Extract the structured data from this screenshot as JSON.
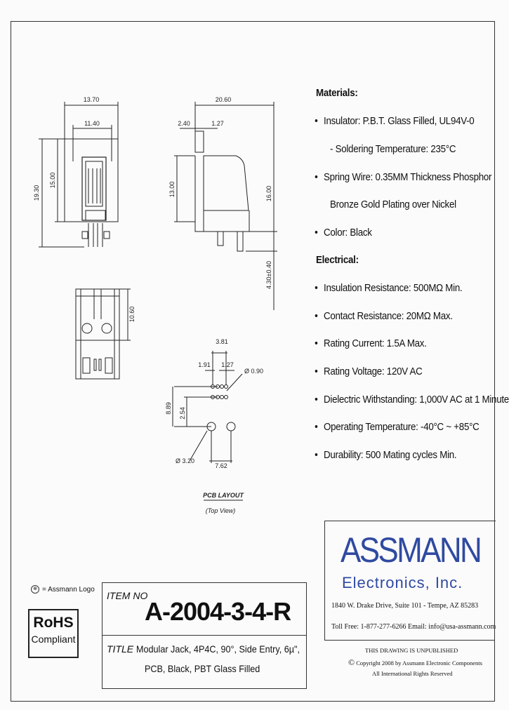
{
  "drawing": {
    "dims": {
      "d1370": "13.70",
      "d1140": "11.40",
      "d1930": "19.30",
      "d1500": "15.00",
      "d2060": "20.60",
      "d240": "2.40",
      "d127a": "1.27",
      "d1300": "13.00",
      "d1600": "16.00",
      "d430": "4.30±0.40",
      "d1060": "10.60",
      "d381": "3.81",
      "d191": "1.91",
      "d127b": "1.27",
      "d090": "Ø 0.90",
      "d889": "8.89",
      "d254": "2.54",
      "d320": "Ø 3.20",
      "d762": "7.62"
    },
    "pcb_layout": "PCB LAYOUT",
    "top_view": "(Top View)"
  },
  "specs": {
    "materials_head": "Materials:",
    "insulator": "Insulator: P.B.T. Glass Filled, UL94V-0",
    "soldering": "- Soldering Temperature: 235°C",
    "spring": "Spring Wire: 0.35MM Thickness Phosphor",
    "bronze": "Bronze Gold Plating over Nickel",
    "color": "Color: Black",
    "electrical_head": "Electrical:",
    "insulation": "Insulation Resistance: 500MΩ Min.",
    "contact": "Contact Resistance: 20MΩ Max.",
    "rating_current": "Rating Current: 1.5A Max.",
    "rating_voltage": "Rating Voltage: 120V AC",
    "dielectric": "Dielectric Withstanding: 1,000V AC at 1 Minute",
    "operating": "Operating Temperature: -40°C ~ +85°C",
    "durability": "Durability: 500 Mating cycles Min."
  },
  "legend": {
    "logo_note": "= Assmann Logo",
    "rohs": "RoHS",
    "compliant": "Compliant"
  },
  "title_block": {
    "item_no_label": "ITEM NO",
    "item_no": "A-2004-3-4-R",
    "title_label": "TITLE",
    "title_line1": "Modular Jack, 4P4C, 90°, Side Entry, 6µ\",",
    "title_line2": "PCB, Black, PBT Glass Filled"
  },
  "company": {
    "name": "ASSMANN",
    "sub": "Electronics, Inc.",
    "address": "1840 W. Drake Drive, Suite 101 - Tempe, AZ 85283",
    "contact": "Toll Free: 1-877-277-6266   Email: info@usa-assmann.com",
    "unpublished": "THIS DRAWING IS UNPUBLISHED",
    "copyright": "Copyright 2008 by Assmann Electronic Components",
    "rights": "All International Rights Reserved"
  }
}
